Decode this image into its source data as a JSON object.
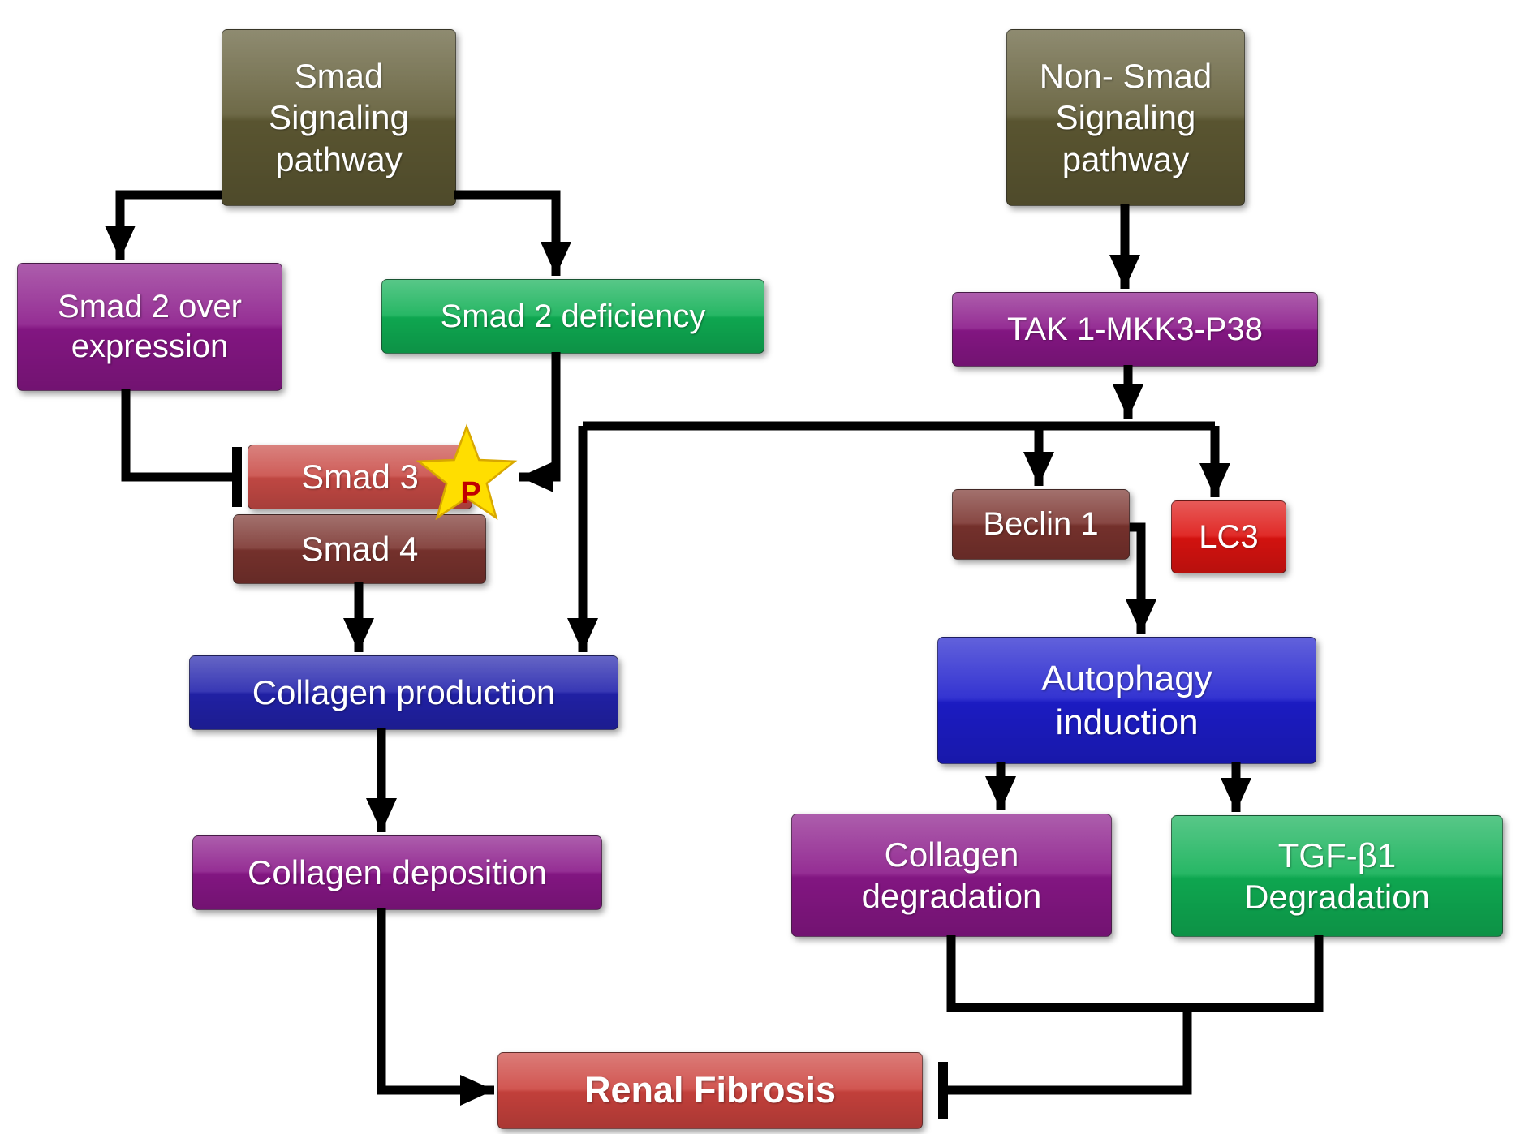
{
  "nodes": {
    "smad_signaling_pathway": {
      "label": "Smad\nSignaling\npathway"
    },
    "non_smad_signaling_pathway": {
      "label": "Non- Smad\nSignaling\npathway"
    },
    "smad2_overexpression": {
      "label": "Smad 2 over\nexpression"
    },
    "smad2_deficiency": {
      "label": "Smad 2 deficiency"
    },
    "tak1_mkk3_p38": {
      "label": "TAK 1-MKK3-P38"
    },
    "smad3": {
      "label": "Smad 3"
    },
    "phospho_p": {
      "label": "P"
    },
    "smad4": {
      "label": "Smad 4"
    },
    "beclin1": {
      "label": "Beclin 1"
    },
    "lc3": {
      "label": "LC3"
    },
    "collagen_production": {
      "label": "Collagen production"
    },
    "autophagy_induction": {
      "label": "Autophagy\ninduction"
    },
    "collagen_deposition": {
      "label": "Collagen deposition"
    },
    "collagen_degradation": {
      "label": "Collagen\ndegradation"
    },
    "tgfb1_degradation": {
      "label": "TGF-β1\nDegradation"
    },
    "renal_fibrosis": {
      "label": "Renal Fibrosis"
    }
  },
  "edges": [
    {
      "from": "smad_signaling_pathway",
      "to": "smad2_overexpression",
      "effect": "activation"
    },
    {
      "from": "smad_signaling_pathway",
      "to": "smad2_deficiency",
      "effect": "activation"
    },
    {
      "from": "smad2_overexpression",
      "to": "smad3",
      "effect": "inhibition"
    },
    {
      "from": "smad2_deficiency",
      "to": "smad3",
      "effect": "activation"
    },
    {
      "from": "non_smad_signaling_pathway",
      "to": "tak1_mkk3_p38",
      "effect": "activation"
    },
    {
      "from": "tak1_mkk3_p38",
      "to": "collagen_production",
      "effect": "activation"
    },
    {
      "from": "tak1_mkk3_p38",
      "to": "beclin1",
      "effect": "activation"
    },
    {
      "from": "tak1_mkk3_p38",
      "to": "lc3",
      "effect": "activation"
    },
    {
      "from": "beclin1",
      "to": "autophagy_induction",
      "effect": "activation"
    },
    {
      "from": "smad4",
      "to": "collagen_production",
      "effect": "activation"
    },
    {
      "from": "collagen_production",
      "to": "collagen_deposition",
      "effect": "activation"
    },
    {
      "from": "autophagy_induction",
      "to": "collagen_degradation",
      "effect": "activation"
    },
    {
      "from": "autophagy_induction",
      "to": "tgfb1_degradation",
      "effect": "activation"
    },
    {
      "from": "collagen_deposition",
      "to": "renal_fibrosis",
      "effect": "activation"
    },
    {
      "from": "collagen_degradation",
      "to": "renal_fibrosis",
      "effect": "inhibition"
    },
    {
      "from": "tgfb1_degradation",
      "to": "renal_fibrosis",
      "effect": "inhibition"
    }
  ],
  "palette": {
    "olive": "#5E5933",
    "purple": "#891788",
    "green": "#0FAF54",
    "salmon": "#C94B46",
    "maroon": "#7A332E",
    "brightred": "#DD1310",
    "navy": "#2222AC",
    "blue": "#1D1DCC",
    "renalred": "#CC433E",
    "stargold": "#FFDE00",
    "starp": "#C00000",
    "edge": "#000000"
  }
}
